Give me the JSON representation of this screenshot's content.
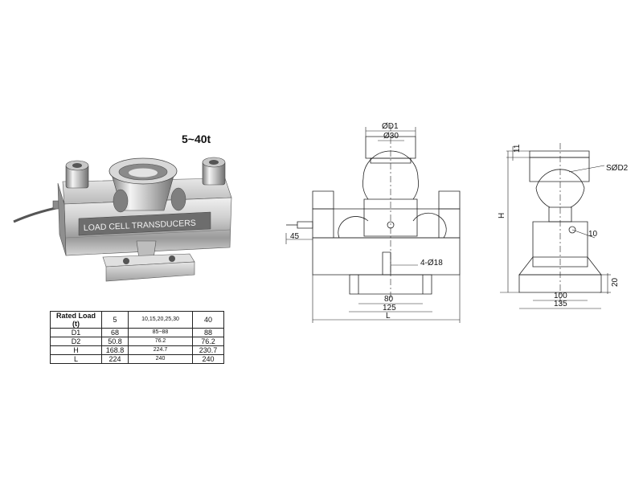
{
  "product_photo": {
    "capacity_label": "5~40t",
    "label_text": "LOAD CELL TRANSDUCERS"
  },
  "spec_table": {
    "headers": [
      "Rated Load (t)",
      "5",
      "10,15,20,25,30",
      "40"
    ],
    "rows": [
      [
        "D1",
        "68",
        "85~88",
        "88"
      ],
      [
        "D2",
        "50.8",
        "76.2",
        "76.2"
      ],
      [
        "H",
        "168.8",
        "224.7",
        "230.7"
      ],
      [
        "L",
        "224",
        "240",
        "240"
      ]
    ]
  },
  "front_view": {
    "dim_d1": "ØD1",
    "dim_d30": "Ø30",
    "dim_45": "45",
    "dim_hole": "4-Ø18",
    "dim_80": "80",
    "dim_125": "125",
    "dim_l": "L"
  },
  "side_view": {
    "dim_11": "11",
    "dim_sd2": "SØD2",
    "dim_h": "H",
    "dim_10": "10",
    "dim_20": "20",
    "dim_100": "100",
    "dim_135": "135"
  },
  "colors": {
    "line": "#222222",
    "steel_light": "#e4e4e4",
    "steel_dark": "#7a7a7a"
  }
}
